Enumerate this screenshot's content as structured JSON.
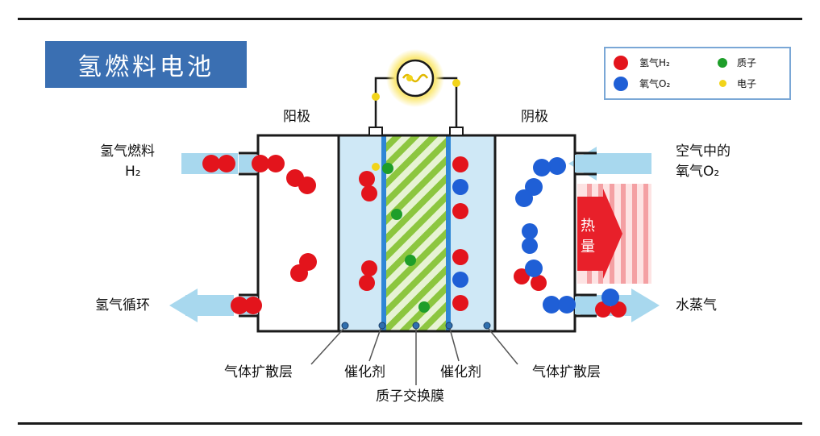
{
  "title": "氢燃料电池",
  "anode_label": "阳极",
  "cathode_label": "阴极",
  "inlet_fuel_label": "氢气燃料",
  "inlet_fuel_formula": "H₂",
  "outlet_recycle_label": "氢气循环",
  "inlet_air_label": "空气中的",
  "inlet_air_formula": "氧气O₂",
  "outlet_steam_label": "水蒸气",
  "heat_label_1": "热",
  "heat_label_2": "量",
  "bottom_labels": {
    "gas_diffusion_left": "气体扩散层",
    "catalyst_left": "催化剂",
    "catalyst_right": "催化剂",
    "gas_diffusion_right": "气体扩散层",
    "proton_membrane": "质子交换膜"
  },
  "legend": {
    "hydrogen": "氢气H₂",
    "oxygen": "氧气O₂",
    "proton": "质子",
    "electron": "电子"
  },
  "colors": {
    "title_bg": "#3a6fb2",
    "hydrogen": "#e3141c",
    "oxygen": "#1f5fd6",
    "proton": "#1e9e2a",
    "electron": "#f2d41a",
    "membrane_green": "#8cc63f",
    "diffusion_blue": "#cfe8f6",
    "catalyst_blue": "#2f86d6",
    "heat_red": "#e8202a",
    "arrow_blue": "#a8d8ee"
  },
  "icons": [
    "light-bulb-icon"
  ]
}
